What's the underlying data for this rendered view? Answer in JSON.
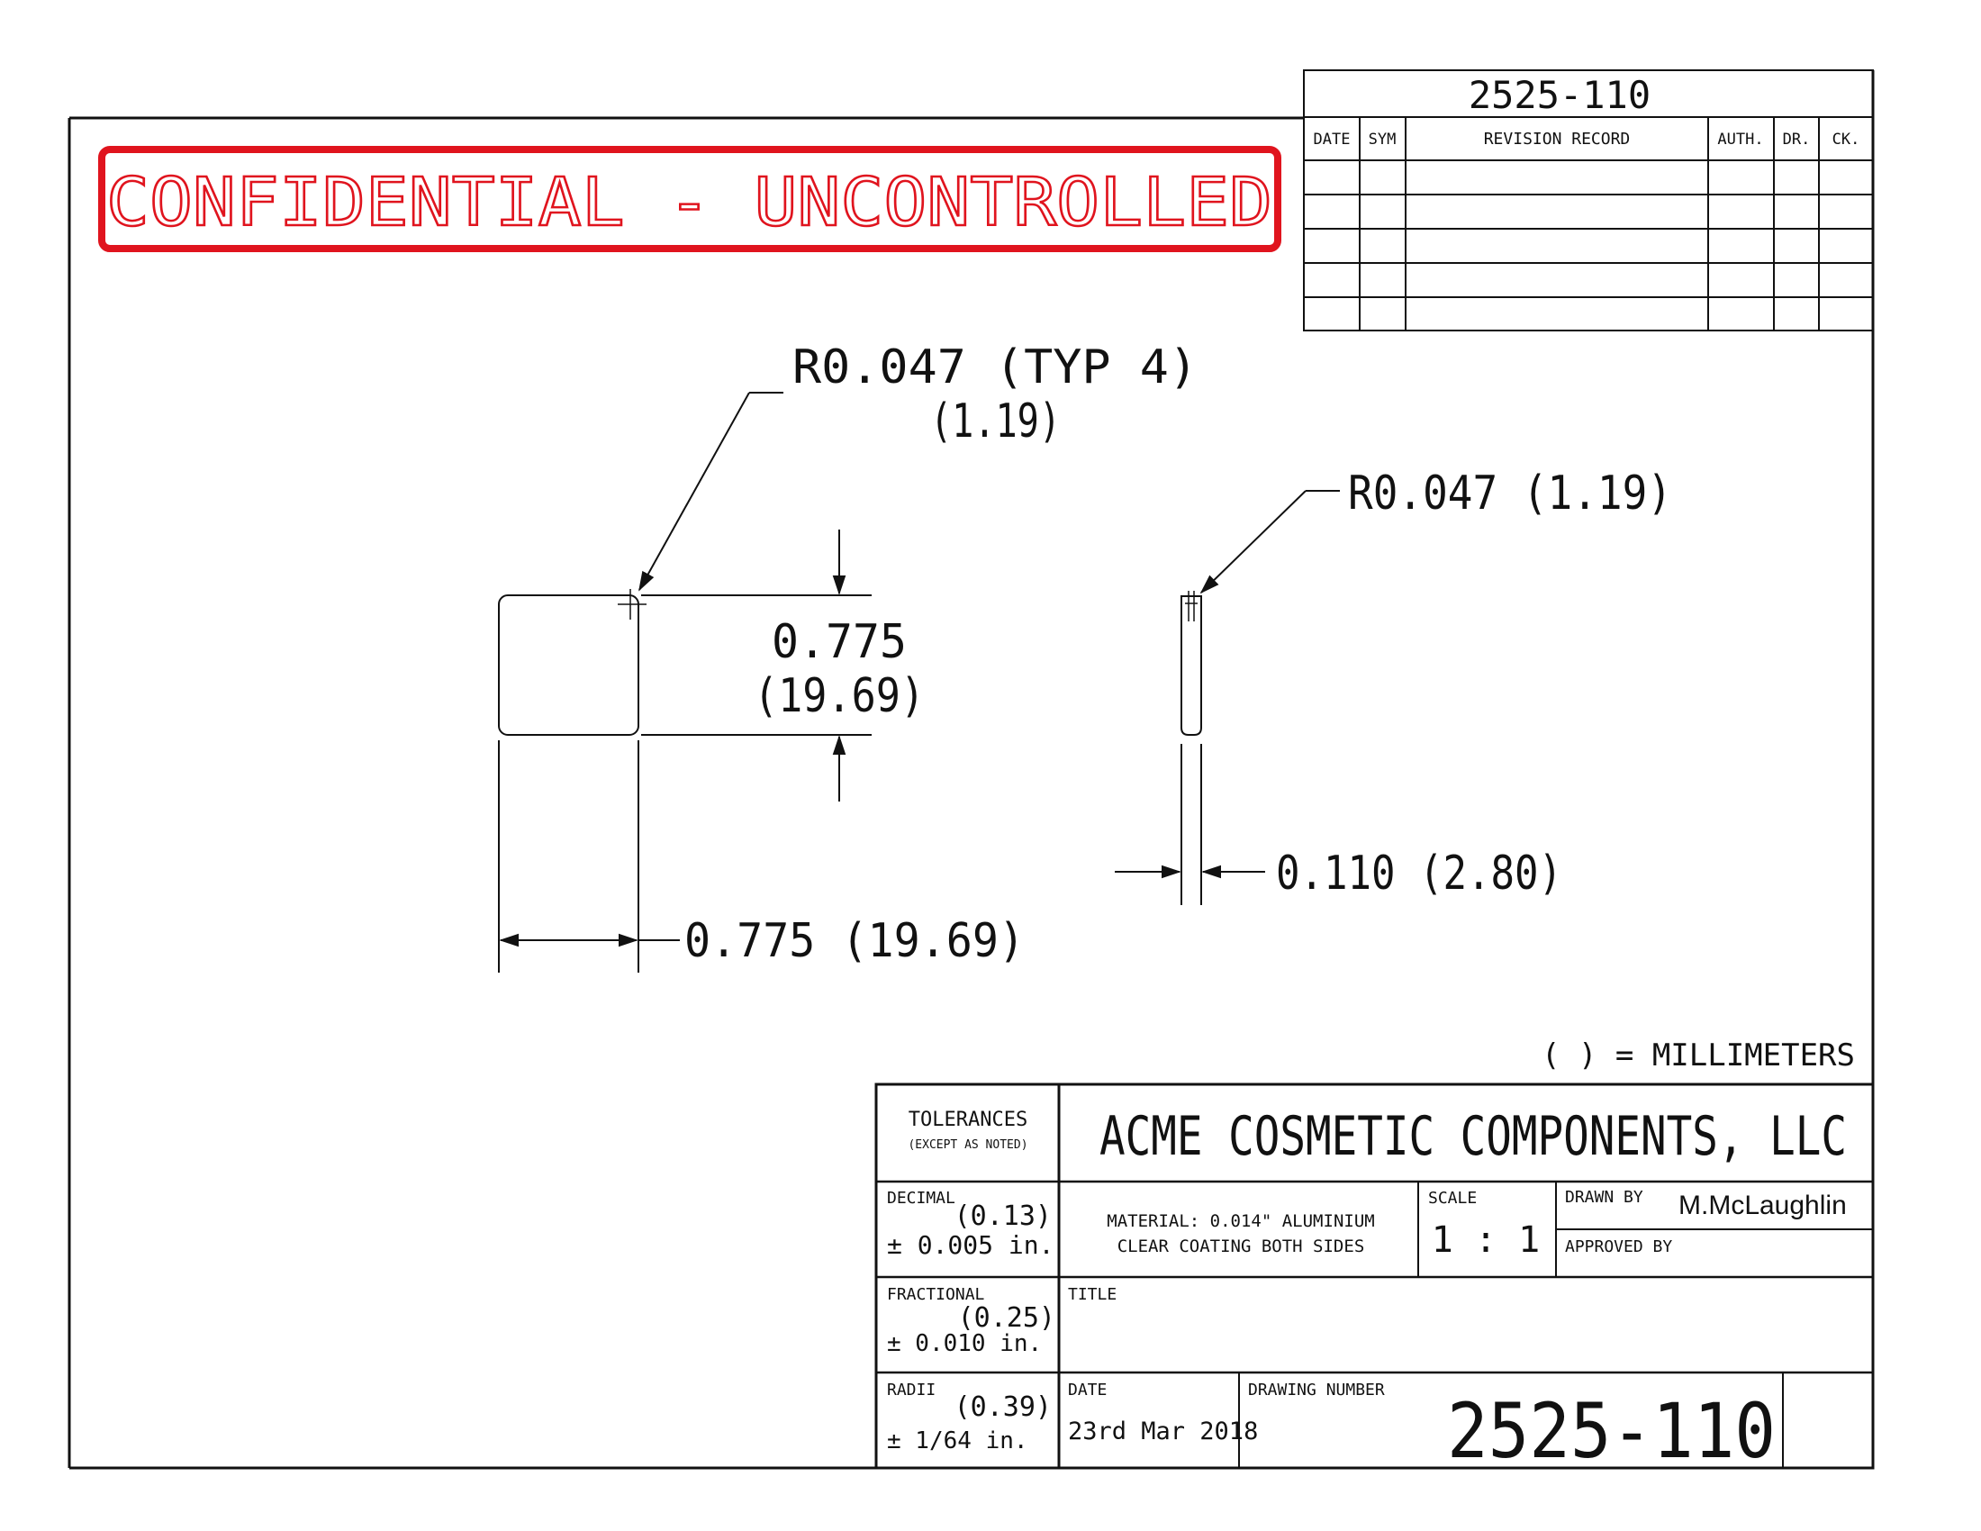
{
  "header": {
    "drawing_number_top": "2525-110"
  },
  "stamp": {
    "text": "CONFIDENTIAL - UNCONTROLLED",
    "color": "#e0141e"
  },
  "revision": {
    "col_date": "DATE",
    "col_sym": "SYM",
    "col_record": "REVISION RECORD",
    "col_auth": "AUTH.",
    "col_dr": "DR.",
    "col_ck": "CK."
  },
  "dims": {
    "front_radius": "R0.047 (TYP 4)",
    "front_radius_mm": "(1.19)",
    "height": "0.775",
    "height_mm": "(19.69)",
    "width": "0.775 (19.69)",
    "side_radius": "R0.047 (1.19)",
    "thickness": "0.110 (2.80)"
  },
  "units_note": "( ) = MILLIMETERS",
  "title_block": {
    "tolerances": "TOLERANCES",
    "except_noted": "(EXCEPT AS NOTED)",
    "company": "ACME COSMETIC COMPONENTS, LLC",
    "decimal_label": "DECIMAL",
    "decimal_mm": "(0.13)",
    "decimal_tol": "± 0.005 in.",
    "material_line1": "MATERIAL: 0.014\" ALUMINIUM",
    "material_line2": "CLEAR COATING BOTH SIDES",
    "scale_label": "SCALE",
    "scale_value": "1 : 1",
    "drawn_by_label": "DRAWN BY",
    "drawn_by": "M.McLaughlin",
    "approved_by_label": "APPROVED BY",
    "fractional_label": "FRACTIONAL",
    "fractional_mm": "(0.25)",
    "fractional_tol": "± 0.010 in.",
    "title_label": "TITLE",
    "radii_label": "RADII",
    "radii_mm": "(0.39)",
    "radii_tol": "± 1/64 in.",
    "date_label": "DATE",
    "date_value": "23rd Mar 2018",
    "drawing_number_label": "DRAWING NUMBER",
    "drawing_number": "2525-110"
  }
}
